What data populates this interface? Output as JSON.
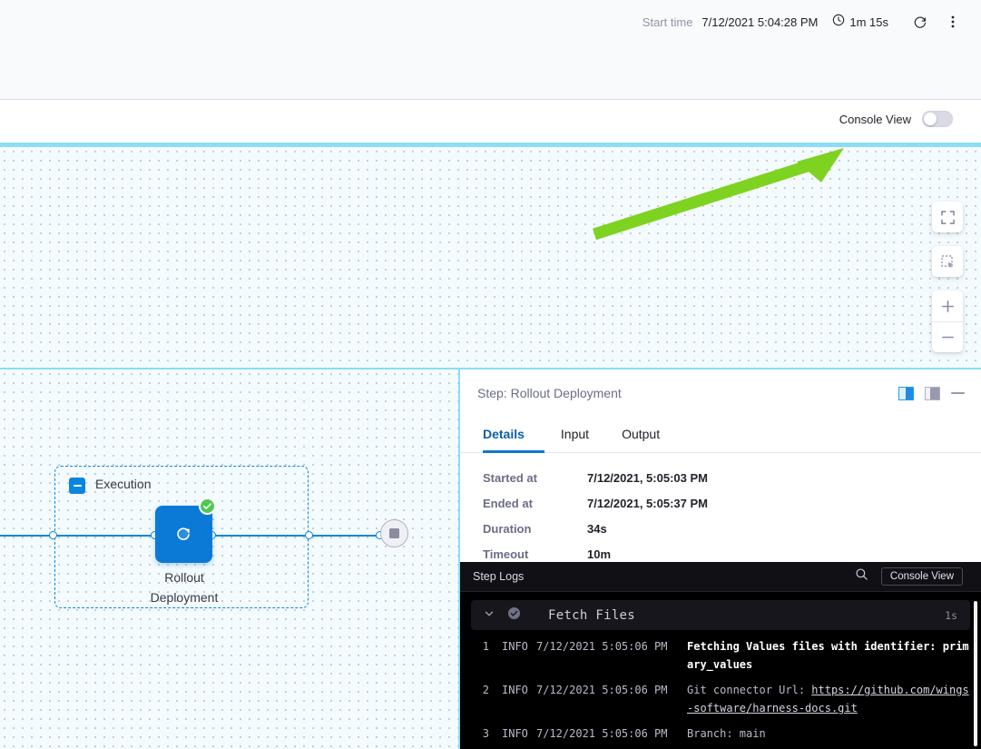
{
  "header": {
    "start_time_label": "Start time",
    "start_time_value": "7/12/2021 5:04:28 PM",
    "duration": "1m 15s",
    "rerun_icon": "refresh-icon",
    "more_icon": "more-vertical-icon"
  },
  "console_bar": {
    "label": "Console View",
    "toggle_state": "off"
  },
  "canvas": {
    "controls": [
      {
        "name": "fit-to-screen",
        "icon": "expand-corners-icon"
      },
      {
        "name": "selection-tool",
        "icon": "dashed-square-icon"
      },
      {
        "name": "zoom-in",
        "icon": "plus-icon"
      },
      {
        "name": "zoom-out",
        "icon": "minus-icon"
      }
    ],
    "annotation": {
      "type": "arrow",
      "color": "#7ed321",
      "points_to": "Console View toggle"
    }
  },
  "pipeline": {
    "group_label": "Execution",
    "group_collapse_icon": "minus-square-icon",
    "step": {
      "label_line1": "Rollout",
      "label_line2": "Deployment",
      "icon": "rollout-refresh-icon",
      "status": "success",
      "status_icon": "check-circle-icon"
    },
    "end_node": {
      "name": "stop-node",
      "icon": "stop-square-icon"
    }
  },
  "panel": {
    "title": "Step: Rollout Deployment",
    "view_icons": [
      {
        "name": "split-view-right-icon",
        "state": "active"
      },
      {
        "name": "split-view-wide-icon",
        "state": "idle"
      }
    ],
    "minimize_icon": "minimize-icon",
    "tabs": [
      {
        "label": "Details",
        "active": true
      },
      {
        "label": "Input",
        "active": false
      },
      {
        "label": "Output",
        "active": false
      }
    ],
    "details": [
      {
        "key": "Started at",
        "value": "7/12/2021, 5:05:03 PM"
      },
      {
        "key": "Ended at",
        "value": "7/12/2021, 5:05:37 PM"
      },
      {
        "key": "Duration",
        "value": "34s"
      },
      {
        "key": "Timeout",
        "value": "10m"
      }
    ]
  },
  "logs": {
    "title": "Step Logs",
    "search_icon": "search-icon",
    "console_button": "Console View",
    "group": {
      "name": "Fetch Files",
      "duration": "1s",
      "status_icon": "check-circle-icon",
      "chevron_icon": "chevron-down-icon"
    },
    "lines": [
      {
        "no": "1",
        "level": "INFO",
        "timestamp": "7/12/2021 5:05:06 PM",
        "message": "Fetching Values files with identifier: primary_values",
        "bold": true
      },
      {
        "no": "2",
        "level": "INFO",
        "timestamp": "7/12/2021 5:05:06 PM",
        "message_prefix": "Git connector Url: ",
        "link": "https://github.com/wings-software/harness-docs.git",
        "bold": false
      },
      {
        "no": "3",
        "level": "INFO",
        "timestamp": "7/12/2021 5:05:06 PM",
        "message": "Branch: main",
        "bold": false
      }
    ]
  },
  "colors": {
    "accent_blue": "#0b79d0",
    "success_green": "#4dc952",
    "annotation_green": "#7ed321",
    "canvas_rule": "#8ddcf8"
  }
}
